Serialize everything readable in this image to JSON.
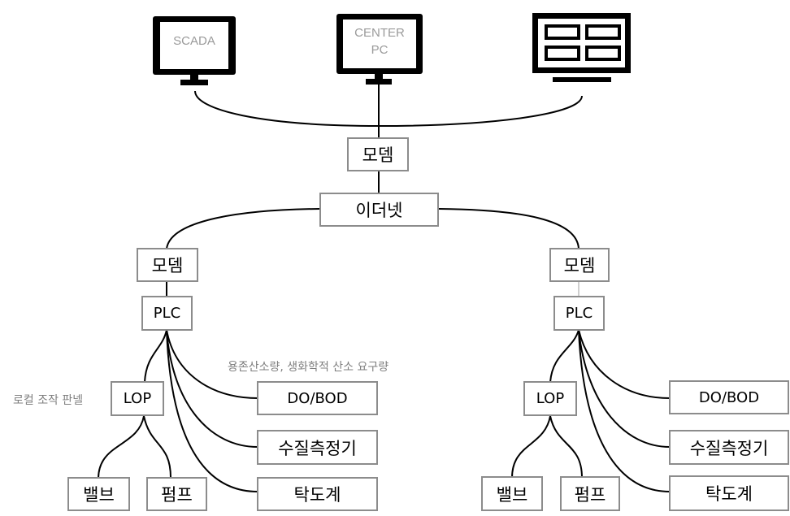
{
  "devices": {
    "scada": "SCADA",
    "center_pc_line1": "CENTER",
    "center_pc_line2": "PC",
    "display_icon": "display-board-icon"
  },
  "network": {
    "top_modem": "모뎀",
    "ethernet": "이더넷"
  },
  "left_branch": {
    "modem": "모뎀",
    "plc": "PLC",
    "lop": "LOP",
    "lop_note": "로컬 조작 판넬",
    "sensor_note": "용존산소량, 생화학적 산소 요구량",
    "do_bod": "DO/BOD",
    "water_quality": "수질측정기",
    "turbidity": "탁도계",
    "valve": "밸브",
    "pump": "펌프"
  },
  "right_branch": {
    "modem": "모뎀",
    "plc": "PLC",
    "lop": "LOP",
    "do_bod": "DO/BOD",
    "water_quality": "수질측정기",
    "turbidity": "탁도계",
    "valve": "밸브",
    "pump": "펌프"
  },
  "colors": {
    "box_border": "#8c8c8c",
    "line": "#000000",
    "note_text": "#7f7f7f"
  }
}
